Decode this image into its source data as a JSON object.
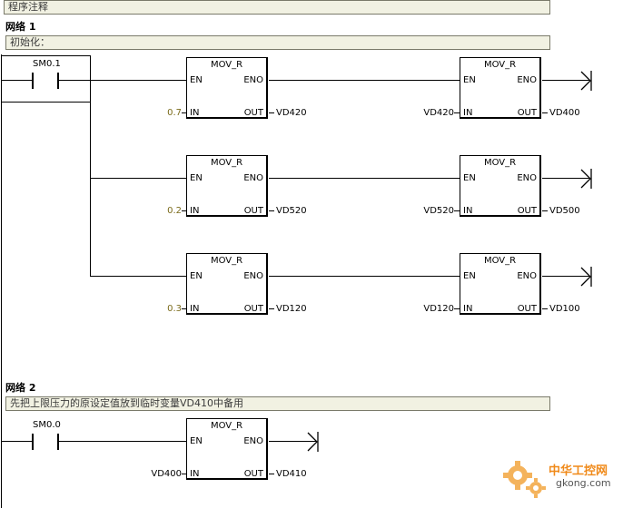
{
  "program_comment": "程序注释",
  "network1": {
    "label": "网络 1",
    "comment": "初始化：",
    "contact": "SM0.1",
    "rows": [
      {
        "in1": "0.7",
        "out1": "VD420",
        "in2": "VD420",
        "out2": "VD400"
      },
      {
        "in1": "0.2",
        "out1": "VD520",
        "in2": "VD520",
        "out2": "VD500"
      },
      {
        "in1": "0.3",
        "out1": "VD120",
        "in2": "VD120",
        "out2": "VD100"
      }
    ]
  },
  "network2": {
    "label": "网络 2",
    "comment": "先把上限压力的原设定值放到临时变量VD410中备用",
    "contact": "SM0.0",
    "in1": "VD400",
    "out1": "VD410"
  },
  "box": {
    "title": "MOV_R",
    "en": "EN",
    "eno": "ENO",
    "in": "IN",
    "out": "OUT"
  },
  "watermark": {
    "cn": "中华工控网",
    "url": "gkong.com"
  },
  "colors": {
    "comment_bg": "#f1f1e2",
    "literal": "#7a6a1a",
    "wire": "#000000"
  }
}
